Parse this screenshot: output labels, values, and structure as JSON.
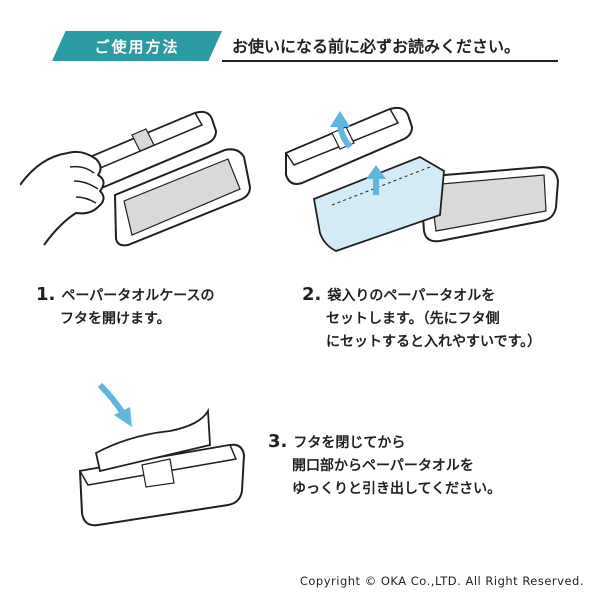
{
  "header": {
    "tag": "ご使用方法",
    "notice": "お使いになる前に必ずお読みください。"
  },
  "steps": [
    {
      "num": "1.",
      "lines": [
        "ペーパータオルケースの",
        "フタを開けます。"
      ]
    },
    {
      "num": "2.",
      "lines": [
        "袋入りのペーパータオルを",
        "セットします。（先にフタ側",
        "にセットすると入れやすいです。）"
      ]
    },
    {
      "num": "3.",
      "lines": [
        "フタを閉じてから",
        "開口部からペーパータオルを",
        "ゆっくりと引き出してください。"
      ]
    }
  ],
  "copyright": "Copyright © OKA Co.,LTD. All Right Reserved.",
  "colors": {
    "accent": "#2a9aa3",
    "arrow": "#5fb7e0",
    "paper": "#d9d9d9",
    "bag": "#d2ebf6"
  }
}
